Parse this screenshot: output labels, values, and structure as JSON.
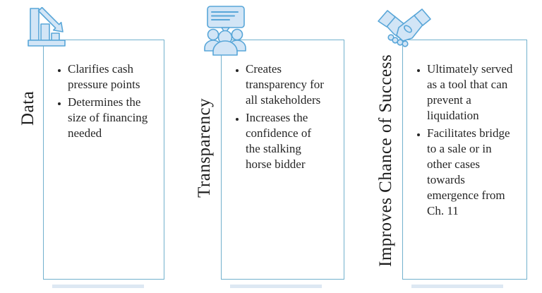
{
  "columns": [
    {
      "label": "Data",
      "icon": "declining-bar-chart-icon",
      "bullets": [
        "Clarifies cash pressure points",
        "Determines the size of financing needed"
      ]
    },
    {
      "label": "Transparency",
      "icon": "audience-speech-bubble-icon",
      "bullets": [
        "Creates transparency for all stakeholders",
        "Increases the confidence of the stalking horse bidder"
      ]
    },
    {
      "label": "Improves Chance of Success",
      "icon": "handshake-icon",
      "bullets": [
        "Ultimately served as a tool that can prevent a liquidation",
        "Facilitates bridge to a sale or in other cases towards emergence from Ch. 11"
      ]
    }
  ],
  "colors": {
    "box_border": "#72b1cd",
    "icon_fill": "#d2e5f6",
    "icon_stroke": "#58a6d8",
    "reflection_bar": "#dde8f3",
    "text": "#262626"
  }
}
